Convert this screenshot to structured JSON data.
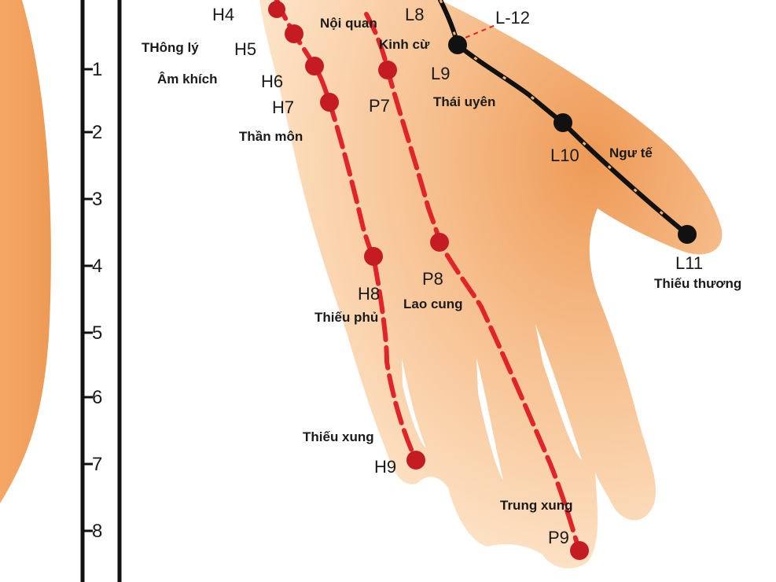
{
  "scale": {
    "ticks": [
      "1",
      "2",
      "3",
      "4",
      "5",
      "6",
      "7",
      "8"
    ]
  },
  "colors": {
    "skin_light": "#fde4c8",
    "skin_dark": "#ee9a56",
    "heart_meridian": "#e0242a",
    "point_red": "#c41c22",
    "lung_meridian": "#111111",
    "lung_accent": "#f4b66a",
    "ruler": "#111111"
  },
  "heart_meridian": {
    "points": [
      {
        "code": "H4",
        "name": ""
      },
      {
        "code": "H5",
        "name": "THông lý"
      },
      {
        "code": "H6",
        "name": "Âm khích"
      },
      {
        "code": "H7",
        "name": "Thần môn"
      },
      {
        "code": "H8",
        "name": "Thiếu phủ"
      },
      {
        "code": "H9",
        "name": "Thiếu xung"
      }
    ]
  },
  "pericardium_meridian": {
    "points": [
      {
        "code": "P7",
        "name": "Nội quan"
      },
      {
        "code": "P8",
        "name": "Lao cung"
      },
      {
        "code": "P9",
        "name": "Trung xung"
      }
    ]
  },
  "lung_meridian": {
    "points": [
      {
        "code": "L8",
        "name": "Kinh cừ"
      },
      {
        "code": "L9",
        "name": "Thái uyên"
      },
      {
        "code": "L10",
        "name": "Ngư tế"
      },
      {
        "code": "L11",
        "name": "Thiếu thương"
      }
    ],
    "partial_label": "L-12"
  }
}
